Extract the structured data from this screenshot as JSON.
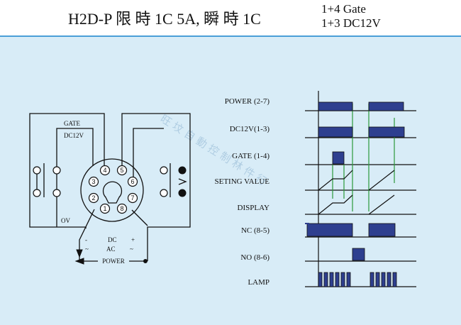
{
  "header": {
    "title": "H2D-P 限 時 1C 5A, 瞬 時 1C",
    "spec_line1": "1+4 Gate",
    "spec_line2": "1+3 DC12V"
  },
  "wiring": {
    "gate_label": "GATE",
    "dc12v_label": "DC12V",
    "ov_label": "OV",
    "minus_label": "-",
    "plus_label": "+",
    "dc_label": "DC",
    "ac_label": "AC",
    "tilde_left": "~",
    "tilde_right": "~",
    "power_label": "POWER",
    "pins": [
      "1",
      "2",
      "3",
      "4",
      "5",
      "6",
      "7",
      "8"
    ]
  },
  "timing": {
    "signals": [
      {
        "label": "POWER (2-7)"
      },
      {
        "label": "DC12V(1-3)"
      },
      {
        "label": "GATE (1-4)"
      },
      {
        "label": "SETING VALUE"
      },
      {
        "label": "DISPLAY"
      },
      {
        "label": "NC (8-5)"
      },
      {
        "label": "NO (8-6)"
      },
      {
        "label": "LAMP"
      }
    ]
  },
  "watermark": "旺 坟 自 動 控 制 林 件 行",
  "colors": {
    "header_rule": "#4a9fd8",
    "background": "#d8ecf7",
    "pulse_fill": "#2e3f8f",
    "marker_green": "#2a9a3a"
  }
}
